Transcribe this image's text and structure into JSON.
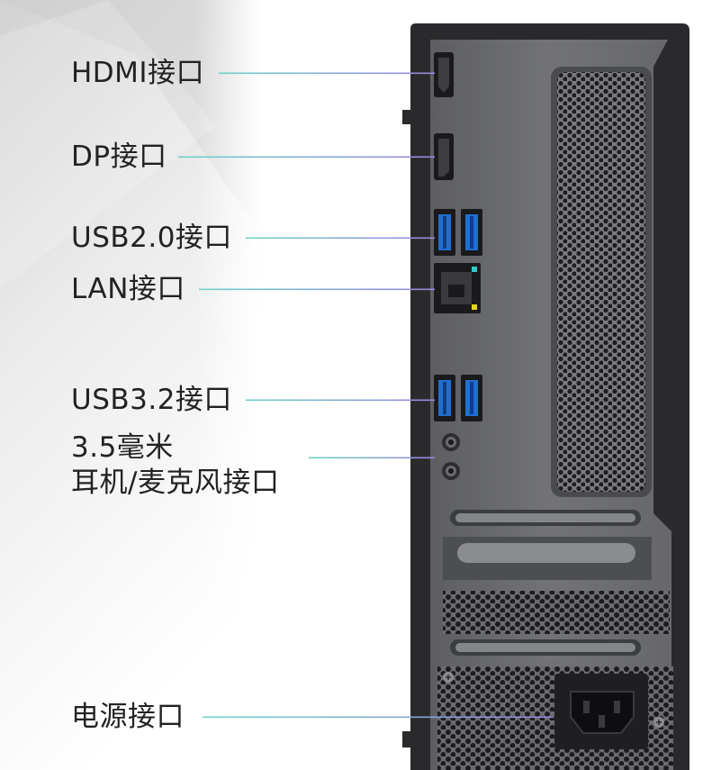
{
  "labels": {
    "hdmi": "HDMI接口",
    "dp": "DP接口",
    "usb20": "USB2.0接口",
    "lan": "LAN接口",
    "usb32": "USB3.2接口",
    "audio_line1": "3.5毫米",
    "audio_line2": "耳机/麦克风接口",
    "power": "电源接口"
  },
  "colors": {
    "leader_start": "#6fd3c8",
    "leader_end": "#9a86e0",
    "chassis_outer": "#2b2b2d",
    "panel": "#6c6d70",
    "usb_blue": "#1f6fd1",
    "lan_led_green": "#33c9c4",
    "lan_led_yellow": "#e6d21c"
  }
}
